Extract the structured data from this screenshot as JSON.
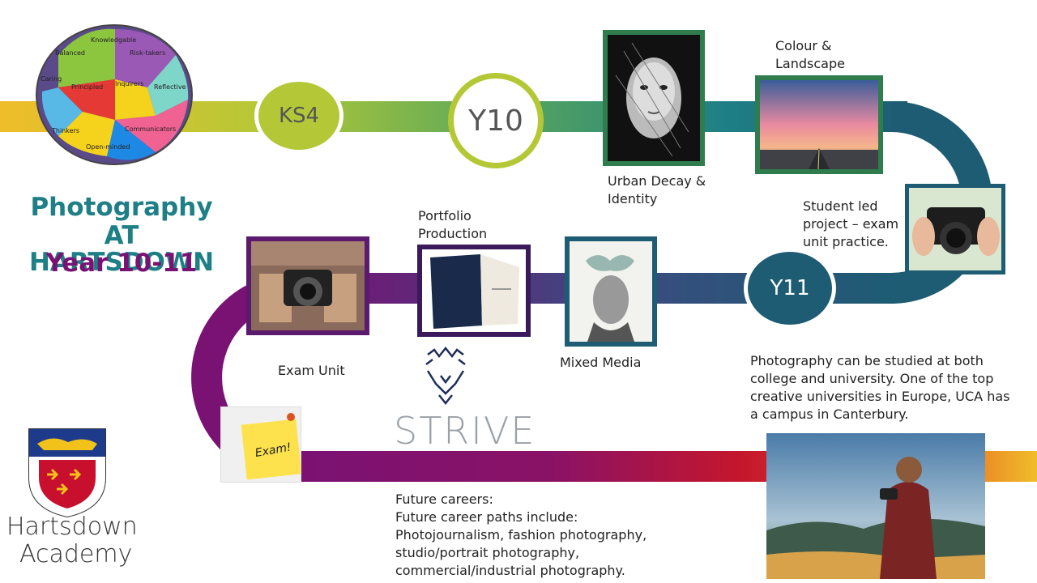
{
  "title": {
    "line1": "Photography",
    "line2": "AT HARTSDOWN",
    "line3": "Year 10-11"
  },
  "colors": {
    "teal": "#1e7f86",
    "purple": "#7a1273",
    "lime": "#b4c837",
    "green": "#2f7d4d",
    "navy": "#1d5c73",
    "yellow": "#f0bd2a"
  },
  "milestones": {
    "ks4": "KS4",
    "y10": "Y10",
    "y11": "Y11"
  },
  "units": {
    "urban_decay": [
      "Urban Decay &",
      "Identity"
    ],
    "colour_landscape": [
      "Colour &",
      "Landscape"
    ],
    "student_led": [
      "Student led",
      "project – exam",
      "unit practice."
    ],
    "portfolio": [
      "Portfolio",
      "Production"
    ],
    "mixed_media": "Mixed Media",
    "exam_unit": "Exam Unit"
  },
  "further_study": [
    "Photography can be studied at both",
    "college and university. One of the top",
    "creative universities in Europe, UCA has",
    "a campus in Canterbury."
  ],
  "careers": [
    "Future careers:",
    "Future career paths include:",
    "Photojournalism, fashion photography,",
    "studio/portrait photography,",
    "commercial/industrial photography."
  ],
  "strive_logo_text": "STRIVE",
  "exam_note_text": "Exam!",
  "school": {
    "name_line1": "Hartsdown",
    "name_line2": "Academy"
  },
  "puzzle_words": [
    "Knowledgable",
    "Balanced",
    "Risk-takers",
    "Caring",
    "Principled",
    "Inquirers",
    "Reflective",
    "Thinkers",
    "Communicators",
    "Open-minded"
  ]
}
